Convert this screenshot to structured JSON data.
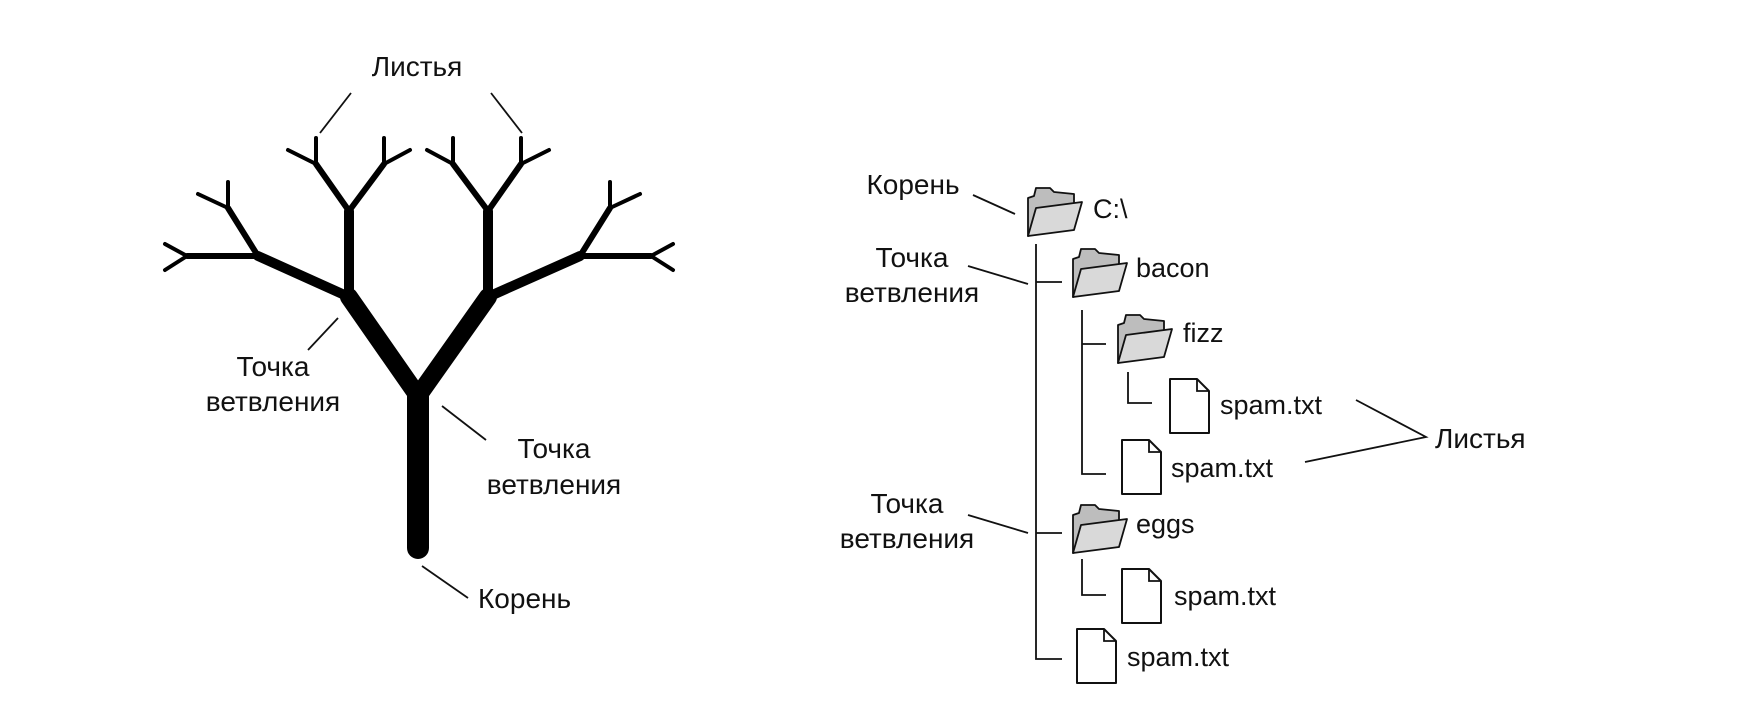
{
  "left": {
    "leaves_label": "Листья",
    "branch_left_1": "Точка",
    "branch_left_2": "ветвления",
    "branch_center_1": "Точка",
    "branch_center_2": "ветвления",
    "root_label": "Корень"
  },
  "right": {
    "root_label": "Корень",
    "branch_top_1": "Точка",
    "branch_top_2": "ветвления",
    "branch_bottom_1": "Точка",
    "branch_bottom_2": "ветвления",
    "leaves_label": "Листья",
    "items": {
      "root": "C:\\",
      "bacon": "bacon",
      "fizz": "fizz",
      "fizz_spam": "spam.txt",
      "bacon_spam": "spam.txt",
      "eggs": "eggs",
      "eggs_spam": "spam.txt",
      "root_spam": "spam.txt"
    }
  }
}
